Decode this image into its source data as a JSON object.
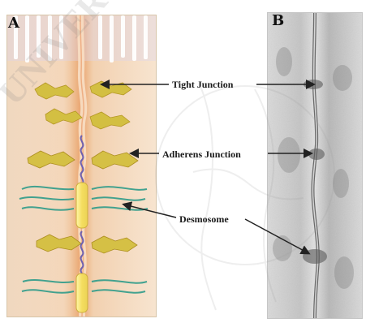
{
  "figure": {
    "panels": {
      "a": "A",
      "b": "B"
    },
    "labels": {
      "tight_junction": "Tight Junction",
      "adherens_junction": "Adherens Junction",
      "desmosome": "Desmosome"
    },
    "colors": {
      "membrane": "#f0b07a",
      "adhesion_proteins": "#d1b63b",
      "cadherins": "#7b6bb7",
      "desmosome_filaments": "#2f9c8a",
      "plaque": "#f6e26a"
    }
  }
}
